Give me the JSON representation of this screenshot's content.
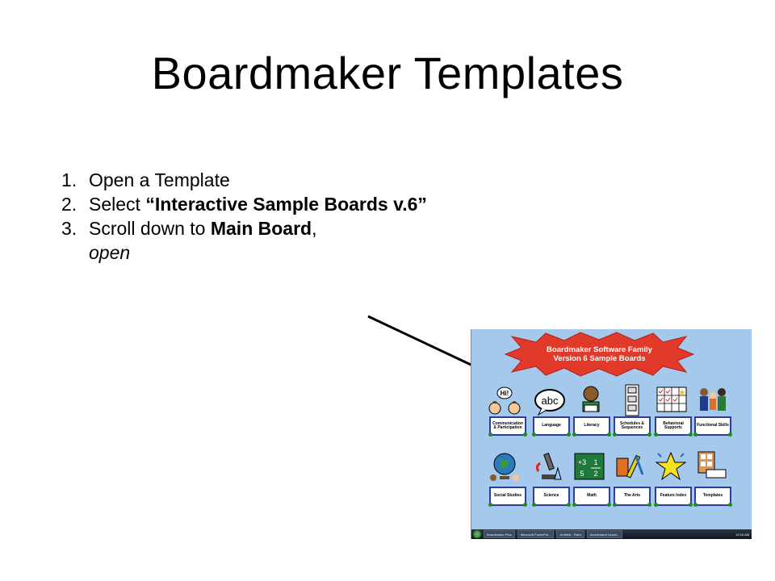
{
  "slide": {
    "title": "Boardmaker Templates",
    "steps": [
      {
        "num": "1.",
        "parts": [
          "Open a Template"
        ]
      },
      {
        "num": "2.",
        "parts": [
          "Select ",
          "“Interactive Sample Boards v.6”"
        ]
      },
      {
        "num": "3.",
        "parts": [
          "Scroll down to ",
          "Main Board",
          ", ",
          "open"
        ]
      }
    ]
  },
  "screenshot": {
    "banner_line1": "Boardmaker Software Family",
    "banner_line2": "Version 6 Sample Boards",
    "row1": [
      "Communication & Participation",
      "Language",
      "Literacy",
      "Schedules & Sequences",
      "Behavioral Supports",
      "Functional Skills"
    ],
    "row2": [
      "Social Studies",
      "Science",
      "Math",
      "The Arts",
      "Feature Index",
      "Templates"
    ],
    "icons_row1": [
      "speech-people-icon",
      "abc-bubble-icon",
      "reading-child-icon",
      "schedule-strip-icon",
      "checklist-grid-icon",
      "family-people-icon"
    ],
    "icons_row2": [
      "globe-icon",
      "microscope-icon",
      "math-board-icon",
      "paint-tools-icon",
      "star-icon",
      "templates-board-icon"
    ],
    "taskbar": {
      "buttons": [
        "Boardmaker Plus",
        "Microsoft PowerPoi...",
        "Untitled - Paint",
        "Accelerated Learni..."
      ],
      "clock": "12:16 AM"
    },
    "colors": {
      "background": "#a5c9ec",
      "banner": "#e23a2a",
      "label_border": "#2a3f9e"
    }
  }
}
